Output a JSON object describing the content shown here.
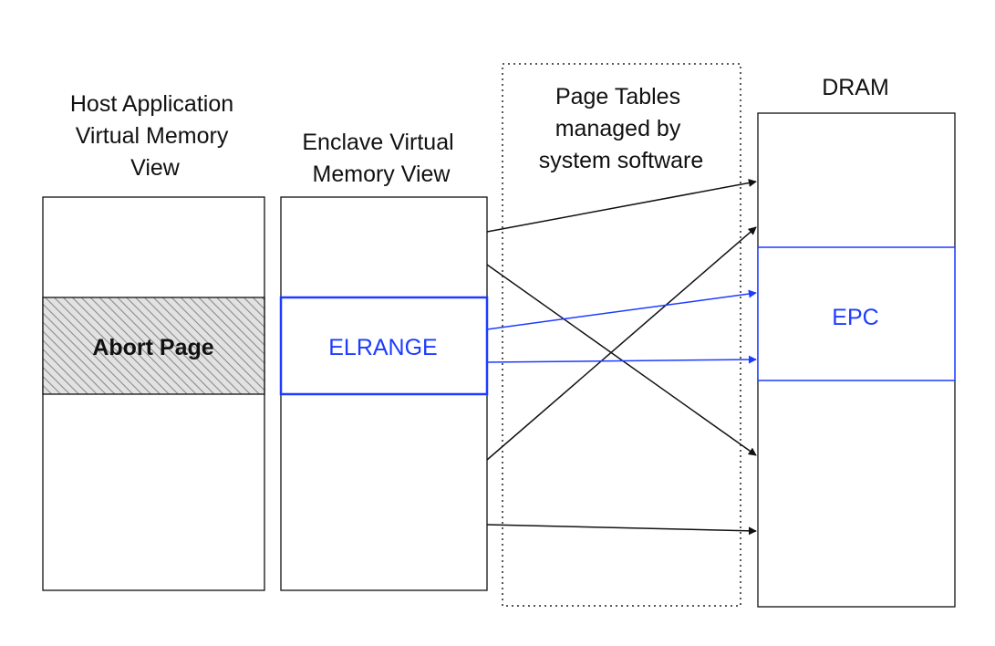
{
  "labels": {
    "host_title": [
      "Host Application",
      "Virtual Memory",
      "View"
    ],
    "enclave_title": [
      "Enclave Virtual",
      "Memory View"
    ],
    "pagetables_title": [
      "Page Tables",
      "managed by",
      "system software"
    ],
    "dram_title": "DRAM",
    "abort_page": "Abort Page",
    "elrange": "ELRANGE",
    "epc": "EPC"
  },
  "colors": {
    "stroke": "#111111",
    "accent_blue": "#1e3cff",
    "hatch": "#9a9a9a"
  }
}
